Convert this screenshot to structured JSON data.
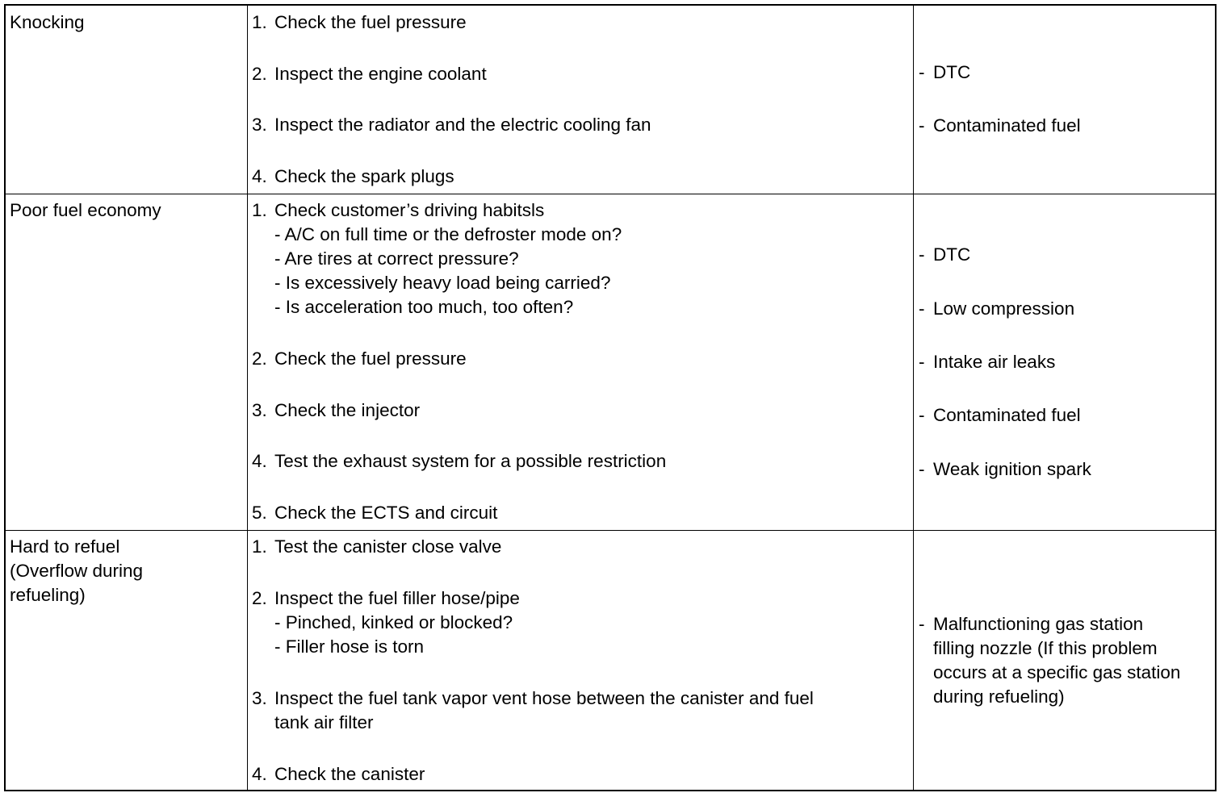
{
  "rows": [
    {
      "symptom": [
        "Knocking"
      ],
      "steps": [
        {
          "number": "1.",
          "lines": [
            "Check the fuel pressure"
          ]
        },
        {
          "number": "2.",
          "lines": [
            "Inspect the engine coolant"
          ]
        },
        {
          "number": "3.",
          "lines": [
            "Inspect the radiator and the electric cooling fan"
          ]
        },
        {
          "number": "4.",
          "lines": [
            "Check the spark plugs"
          ]
        }
      ],
      "causes": [
        {
          "lines": [
            "DTC"
          ]
        },
        {
          "lines": [
            "Contaminated fuel"
          ]
        }
      ]
    },
    {
      "symptom": [
        "Poor fuel economy"
      ],
      "steps": [
        {
          "number": "1.",
          "lines": [
            "Check customer’s driving habitsls",
            "- A/C on full time or the defroster mode on?",
            "- Are tires at correct pressure?",
            "- Is excessively heavy load being carried?",
            "- Is acceleration too much, too often?"
          ]
        },
        {
          "number": "2.",
          "lines": [
            "Check the fuel pressure"
          ]
        },
        {
          "number": "3.",
          "lines": [
            "Check the injector"
          ]
        },
        {
          "number": "4.",
          "lines": [
            "Test the exhaust system for a possible restriction"
          ]
        },
        {
          "number": "5.",
          "lines": [
            "Check the ECTS and circuit"
          ]
        }
      ],
      "causes": [
        {
          "lines": [
            "DTC"
          ]
        },
        {
          "lines": [
            "Low compression"
          ]
        },
        {
          "lines": [
            "Intake air leaks"
          ]
        },
        {
          "lines": [
            "Contaminated fuel"
          ]
        },
        {
          "lines": [
            "Weak ignition spark"
          ]
        }
      ]
    },
    {
      "symptom": [
        "Hard to refuel",
        "(Overflow during",
        "refueling)"
      ],
      "steps": [
        {
          "number": "1.",
          "lines": [
            "Test the canister close valve"
          ]
        },
        {
          "number": "2.",
          "lines": [
            "Inspect the fuel filler hose/pipe",
            "- Pinched, kinked or blocked?",
            "- Filler hose is torn"
          ]
        },
        {
          "number": "3.",
          "lines": [
            "Inspect the fuel tank vapor vent hose between the canister and fuel",
            "tank air filter"
          ]
        },
        {
          "number": "4.",
          "lines": [
            "Check the canister"
          ]
        }
      ],
      "causes": [
        {
          "lines": [
            "Malfunctioning gas station",
            "filling nozzle (If this problem",
            "occurs at a specific gas station",
            "during refueling)"
          ]
        }
      ]
    }
  ]
}
